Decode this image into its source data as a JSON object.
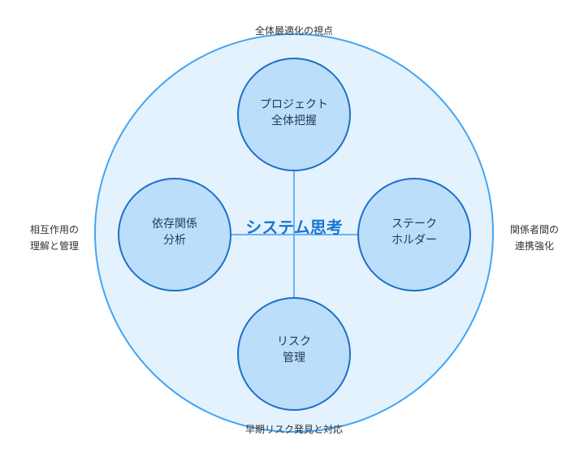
{
  "diagram": {
    "center_label": "システム思考",
    "nodes": {
      "top": {
        "line1": "プロジェクト",
        "line2": "全体把握"
      },
      "right": {
        "line1": "ステーク",
        "line2": "ホルダー"
      },
      "bottom": {
        "line1": "リスク",
        "line2": "管理"
      },
      "left": {
        "line1": "依存関係",
        "line2": "分析"
      }
    },
    "outer_labels": {
      "top": "全体最適化の視点",
      "bottom": "早期リスク発見と対応",
      "left": {
        "line1": "相互作用の",
        "line2": "理解と管理"
      },
      "right": {
        "line1": "関係者間の",
        "line2": "連携強化"
      }
    }
  }
}
